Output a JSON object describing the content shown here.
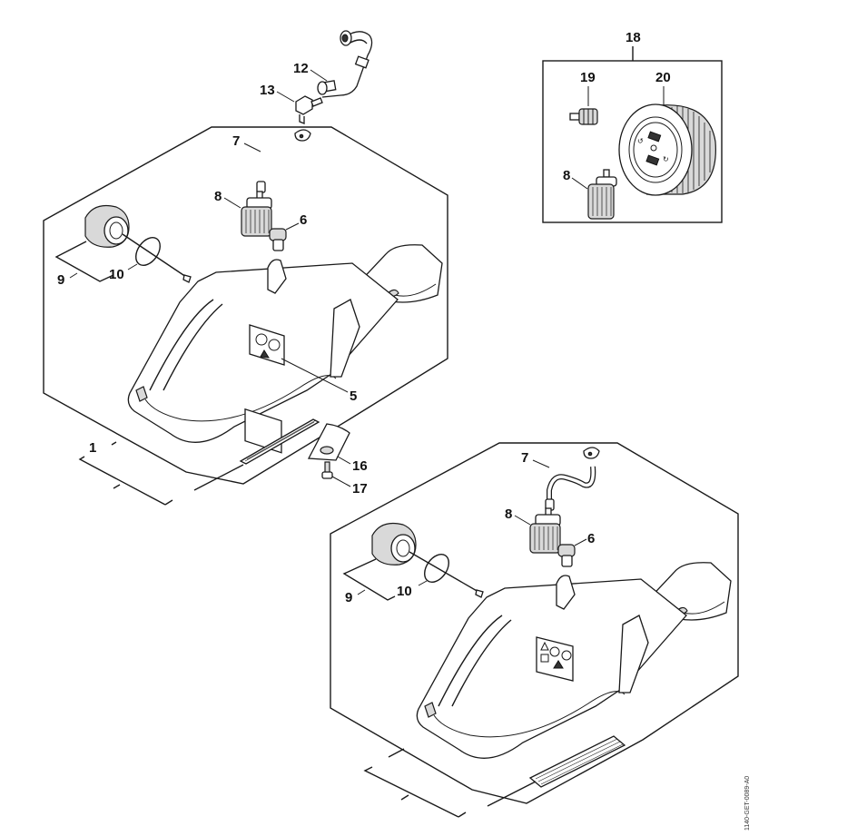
{
  "diagram": {
    "type": "exploded-parts-diagram",
    "subject": "chainsaw tank housing assembly",
    "drawing_code": "1140-GET-0089-A0",
    "callouts": {
      "housing_upper": "1",
      "decal": "5",
      "tank_vent_upper": "6",
      "fuel_hose_upper": "7",
      "pickup_body_upper": "8",
      "oil_pump_upper": "9",
      "oring_upper": "10",
      "hose_connector": "12",
      "elbow_fitting": "13",
      "plate": "16",
      "screw": "17",
      "kit": "18",
      "kit_valve": "19",
      "kit_filter": "20",
      "kit_pickup_body": "8",
      "fuel_hose_lower": "7",
      "pickup_body_lower": "8",
      "tank_vent_lower": "6",
      "oil_pump_lower": "9",
      "oring_lower": "10"
    },
    "colors": {
      "line": "#1a1a1a",
      "background": "#ffffff",
      "shade": "#d9d9d9"
    }
  }
}
